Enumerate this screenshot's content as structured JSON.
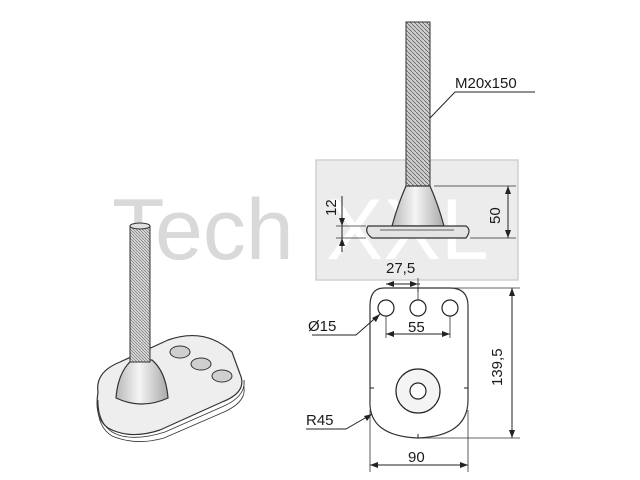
{
  "watermark": {
    "left": "Tech",
    "right": "XXL"
  },
  "labels": {
    "thread": "M20x150",
    "height_total": "50",
    "base_thickness": "12",
    "hole_spacing_half": "27,5",
    "hole_diameter": "Ø15",
    "hole_spacing": "55",
    "length": "139,5",
    "radius": "R45",
    "width": "90"
  },
  "colors": {
    "watermark": "#d9d9d9",
    "line": "#222222",
    "metal_light": "#f2f2f2",
    "metal_mid": "#bdbdbd"
  }
}
